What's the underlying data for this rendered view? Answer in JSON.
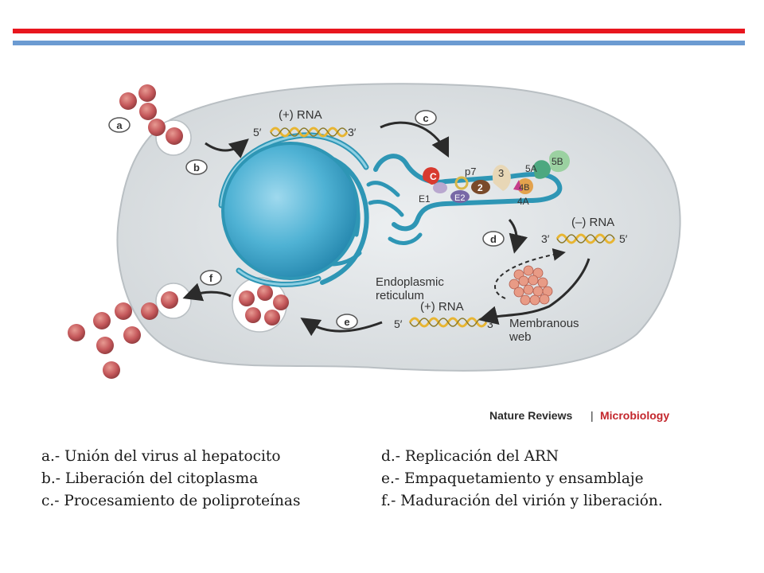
{
  "colors": {
    "top_bar_red": "#e8161e",
    "top_bar_blue": "#6c9bd2",
    "nucleus": "#3fa9cc",
    "virion": "#c0575a",
    "cell": "#dde1e4",
    "er": "#2e96b5"
  },
  "steps": {
    "a": "a",
    "b": "b",
    "c": "c",
    "d": "d",
    "e": "e",
    "f": "f"
  },
  "labels": {
    "rna_plus_top": "(+) RNA",
    "rna_plus_top_5": "5′",
    "rna_plus_top_3": "3′",
    "rna_minus": "(–) RNA",
    "rna_minus_3": "3′",
    "rna_minus_5": "5′",
    "rna_plus_bottom": "(+) RNA",
    "rna_plus_bottom_5": "5′",
    "rna_plus_bottom_3": "3′",
    "er_line1": "Endoplasmic",
    "er_line2": "reticulum",
    "web_line1": "Membranous",
    "web_line2": "web"
  },
  "proteins": {
    "c": "C",
    "e1": "E1",
    "e2": "E2",
    "p7": "p7",
    "ns2": "2",
    "ns3": "3",
    "ns4a": "4A",
    "ns4b": "4B",
    "ns5a": "5A",
    "ns5b": "5B"
  },
  "credit": {
    "journal": "Nature Reviews",
    "separator": "|",
    "section": "Microbiology"
  },
  "legend": {
    "left": [
      "a.- Unión del virus al hepatocito",
      "b.- Liberación del citoplasma",
      "c.- Procesamiento de poliproteínas"
    ],
    "right": [
      "d.- Replicación del ARN",
      "e.- Empaquetamiento y ensamblaje",
      "f.- Maduración del virión y liberación."
    ]
  }
}
